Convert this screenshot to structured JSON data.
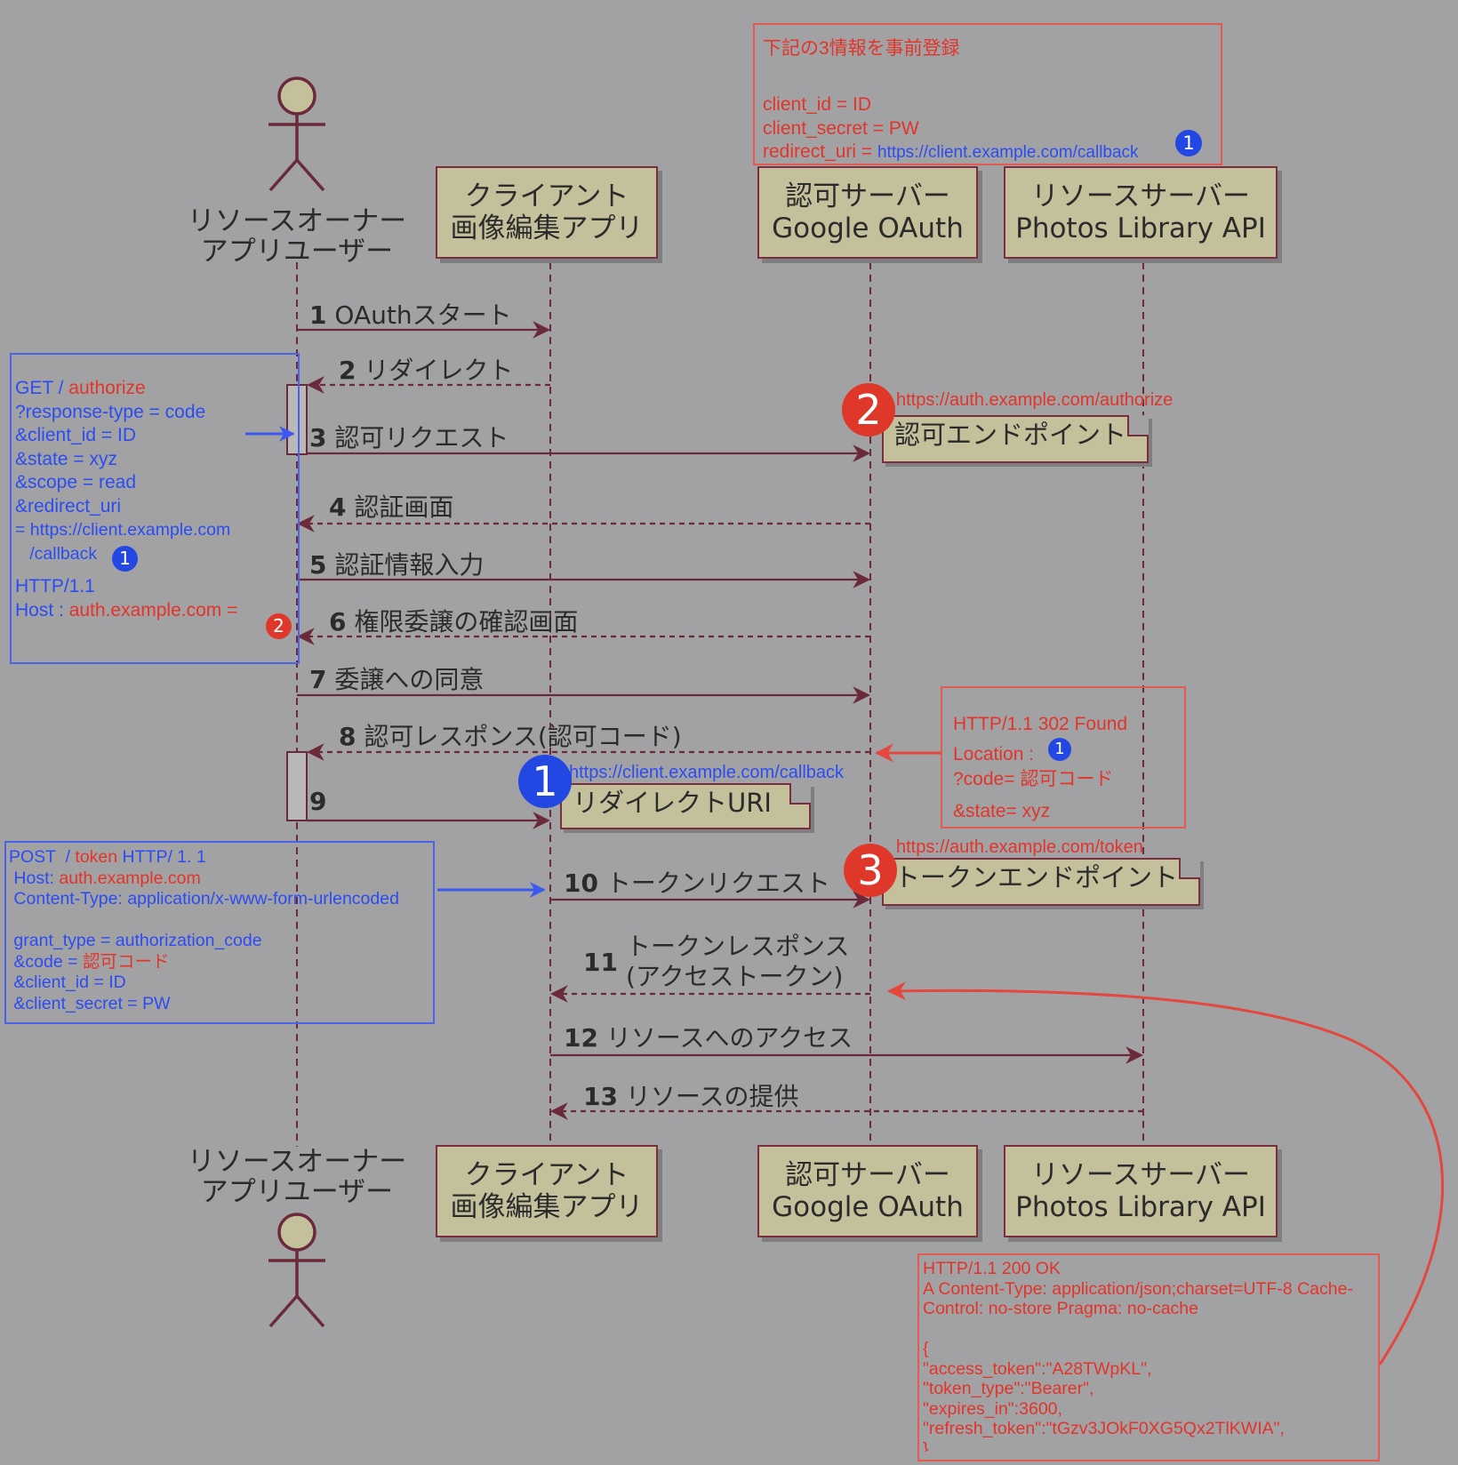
{
  "participants": {
    "resource_owner": {
      "line1": "リソースオーナー",
      "line2": "アプリユーザー"
    },
    "client": {
      "line1": "クライアント",
      "line2": "画像編集アプリ"
    },
    "auth_server": {
      "line1": "認可サーバー",
      "line2": "Google OAuth"
    },
    "resource_server": {
      "line1": "リソースサーバー",
      "line2": "Photos Library API"
    }
  },
  "messages": [
    {
      "num": "1",
      "label": "OAuthスタート"
    },
    {
      "num": "2",
      "label": "リダイレクト"
    },
    {
      "num": "3",
      "label": "認可リクエスト"
    },
    {
      "num": "4",
      "label": "認証画面"
    },
    {
      "num": "5",
      "label": "認証情報入力"
    },
    {
      "num": "6",
      "label": "権限委譲の確認画面"
    },
    {
      "num": "7",
      "label": "委譲への同意"
    },
    {
      "num": "8",
      "label": "認可レスポンス(認可コード)"
    },
    {
      "num": "9",
      "label": ""
    },
    {
      "num": "10",
      "label": "トークンリクエスト"
    },
    {
      "num": "11",
      "label": "トークンレスポンス",
      "label2": "(アクセストークン)"
    },
    {
      "num": "12",
      "label": "リソースへのアクセス"
    },
    {
      "num": "13",
      "label": "リソースの提供"
    }
  ],
  "notes": {
    "authorize_endpoint": "認可エンドポイント",
    "redirect_uri": "リダイレクトURI",
    "token_endpoint": "トークンエンドポイント"
  },
  "urls": {
    "authorize": "https://auth.example.com/authorize",
    "callback": "https://client.example.com/callback",
    "token": "https://auth.example.com/token"
  },
  "badges": {
    "one": "1",
    "two": "2",
    "three": "3"
  },
  "registration": {
    "title": "下記の3情報を事前登録",
    "client_id": "client_id = ID",
    "client_secret": "client_secret = PW",
    "redirect_prefix": "redirect_uri = ",
    "redirect_url": "https://client.example.com/callback"
  },
  "authorize_request": {
    "method": "GET / ",
    "path": "authorize",
    "lines": [
      "?response-type = code",
      "&client_id = ID",
      "&state = xyz",
      "&scope = read",
      "&redirect_uri",
      "= https://client.example.com",
      "   /callback"
    ],
    "http": "HTTP/1.1",
    "host_prefix": "Host : ",
    "host": "auth.example.com",
    "eq": "="
  },
  "redirect_response": {
    "status": "HTTP/1.1 302 Found",
    "location": "Location : ",
    "code": "?code= 認可コード",
    "state": "&state= xyz"
  },
  "token_request": {
    "method": "POST  / ",
    "path": "token",
    "http": " HTTP/ 1. 1",
    "host_prefix": " Host: ",
    "host": "auth.example.com",
    "content_type": " Content-Type: application/x-www-form-urlencoded",
    "grant_type": " grant_type = authorization_code",
    "code_prefix": " &code = ",
    "code": "認可コード",
    "client_id": " &client_id = ID",
    "client_secret": " &client_secret = PW"
  },
  "token_response": {
    "lines": [
      "HTTP/1.1 200 OK",
      "A Content-Type: application/json;charset=UTF-8 Cache-",
      "Control: no-store Pragma: no-cache",
      "",
      "{",
      "\"access_token\":\"A28TWpKL\",",
      "\"token_type\":\"Bearer\",",
      "\"expires_in\":3600,",
      "\"refresh_token\":\"tGzv3JOkF0XG5Qx2TlKWIA\",",
      "}"
    ]
  },
  "colors": {
    "lifeline": "#6b2a3a",
    "annotation_red": "#e3342a",
    "annotation_blue": "#2b4cf2",
    "box_fill": "#c4c09c"
  }
}
